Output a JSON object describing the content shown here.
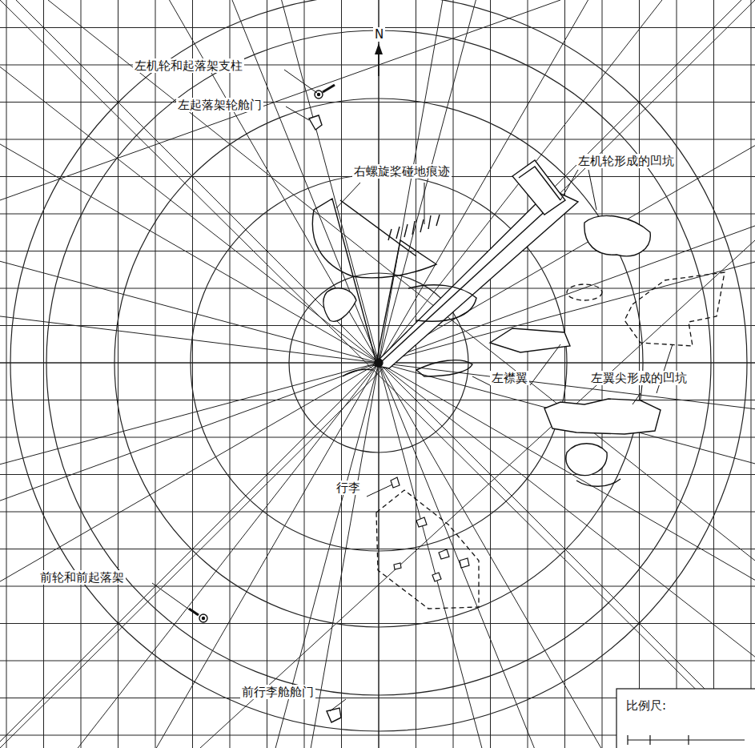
{
  "diagram": {
    "labels": [
      "N",
      "左机轮和起落架支柱",
      "左起落架轮舱门",
      "右螺旋桨碰地痕迹",
      "左机轮形成的凹坑",
      "左襟翼",
      "左翼尖形成的凹坑",
      "行李",
      "前轮和前起落架",
      "前行李舱舱门",
      "比例尺:"
    ]
  }
}
